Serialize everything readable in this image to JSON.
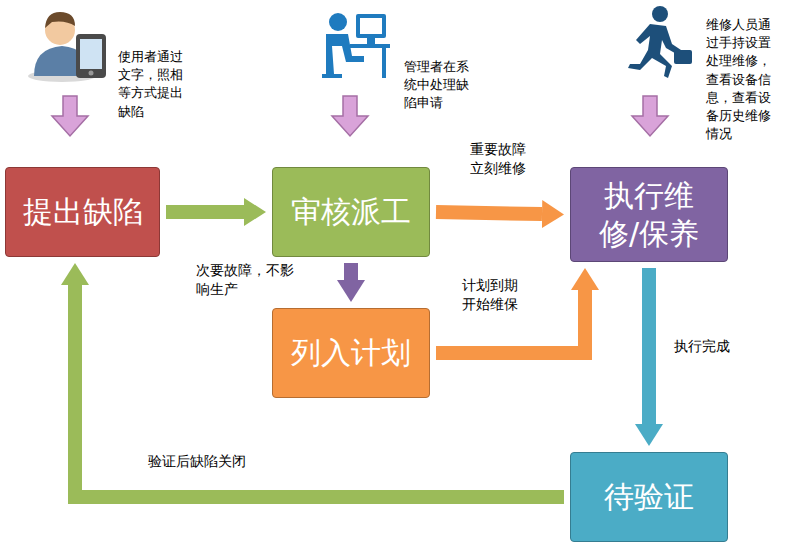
{
  "diagram": {
    "nodes": [
      {
        "text": [
          "提出缺陷"
        ]
      },
      {
        "text": [
          "审核派工"
        ]
      },
      {
        "text": [
          "执行维修/保养"
        ]
      },
      {
        "text": [
          "列入计划"
        ]
      },
      {
        "text": [
          "待验证"
        ]
      }
    ],
    "edges": [
      {
        "from": 0,
        "to": 1,
        "arrow": "to"
      },
      {
        "from": 1,
        "to": 2,
        "arrow": "to",
        "label": "重要故障立刻维修"
      },
      {
        "from": 1,
        "to": 3,
        "arrow": "to",
        "label": "次要故障，不影响生产"
      },
      {
        "from": 3,
        "to": 2,
        "arrow": "to",
        "label": "计划到期开始维保"
      },
      {
        "from": 2,
        "to": 4,
        "arrow": "to",
        "label": "执行完成"
      },
      {
        "from": 4,
        "to": 0,
        "arrow": "to",
        "label": "验证后缺陷关闭"
      }
    ],
    "labels": [
      "使用者通过文字，照相等方式提出缺陷",
      "管理者在系统中处理缺陷申请",
      "维修人员通过手持设置处理维修，查看设备信息，查看设备历史维修情况"
    ]
  }
}
